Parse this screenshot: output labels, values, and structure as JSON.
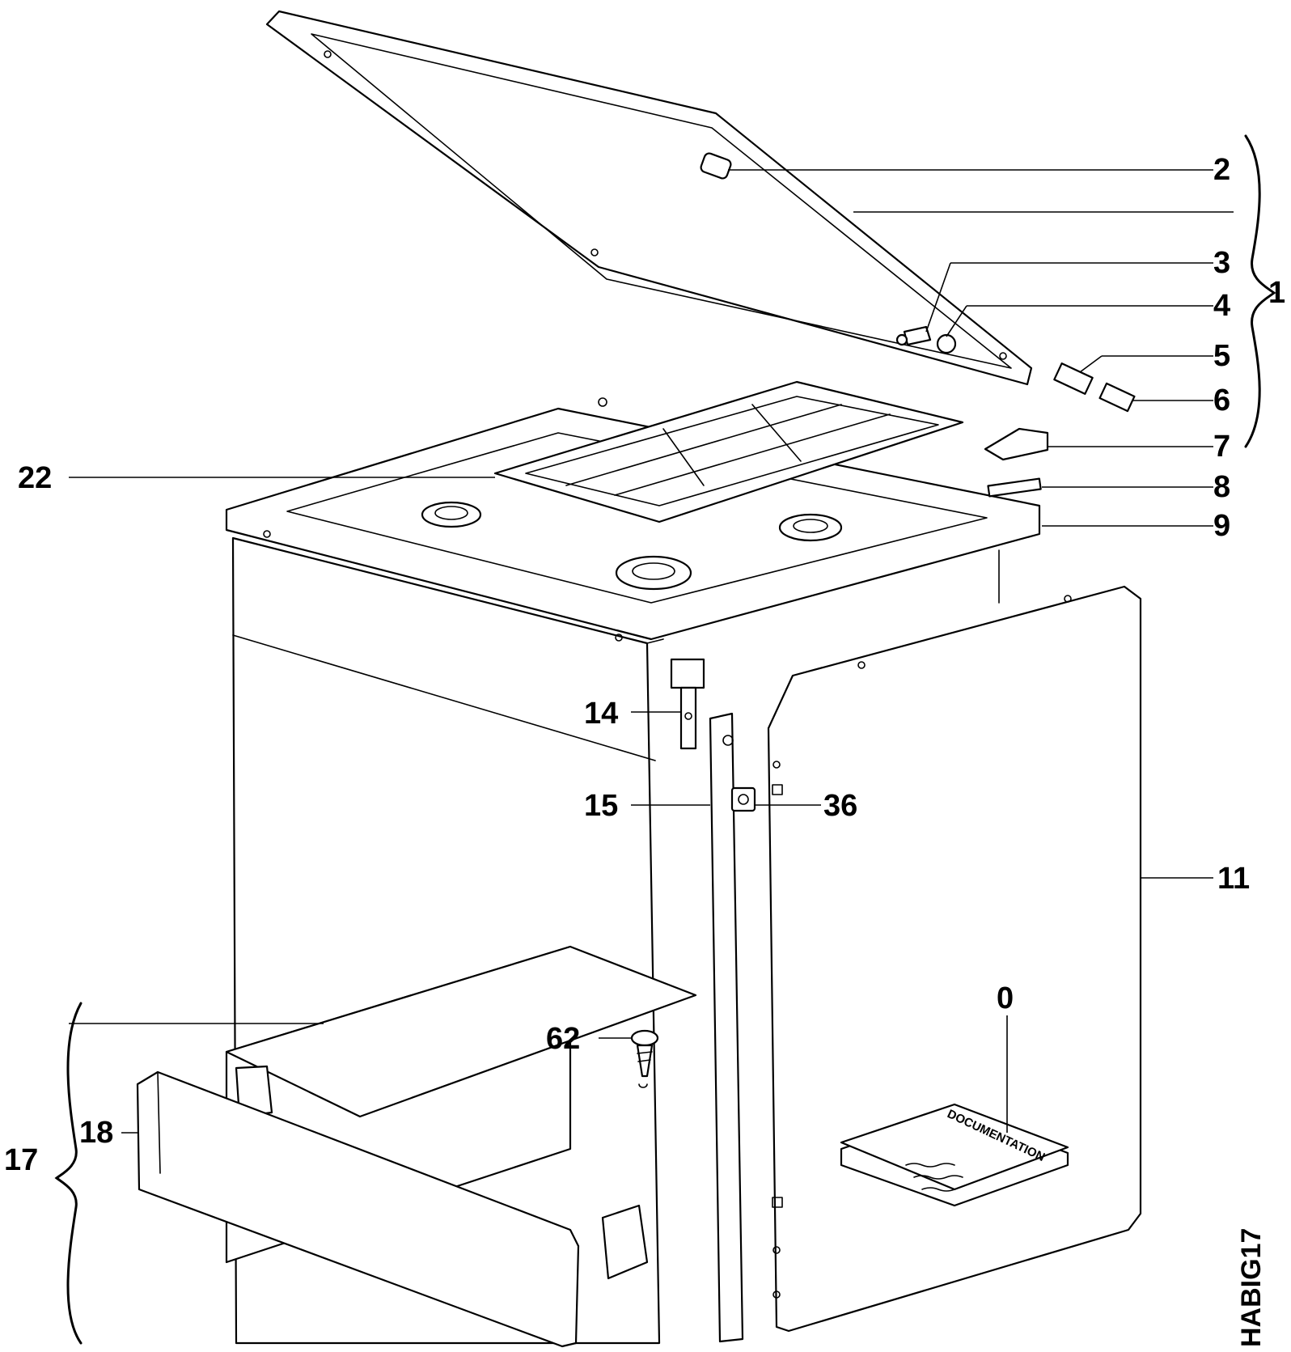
{
  "figure_code": "HABIG17",
  "callouts": {
    "c0": "0",
    "c1": "1",
    "c2": "2",
    "c3": "3",
    "c4": "4",
    "c5": "5",
    "c6": "6",
    "c7": "7",
    "c8": "8",
    "c9": "9",
    "c11": "11",
    "c14": "14",
    "c15": "15",
    "c17": "17",
    "c18": "18",
    "c22": "22",
    "c36": "36",
    "c62": "62"
  },
  "documentation_label": "DOCUMENTATION"
}
